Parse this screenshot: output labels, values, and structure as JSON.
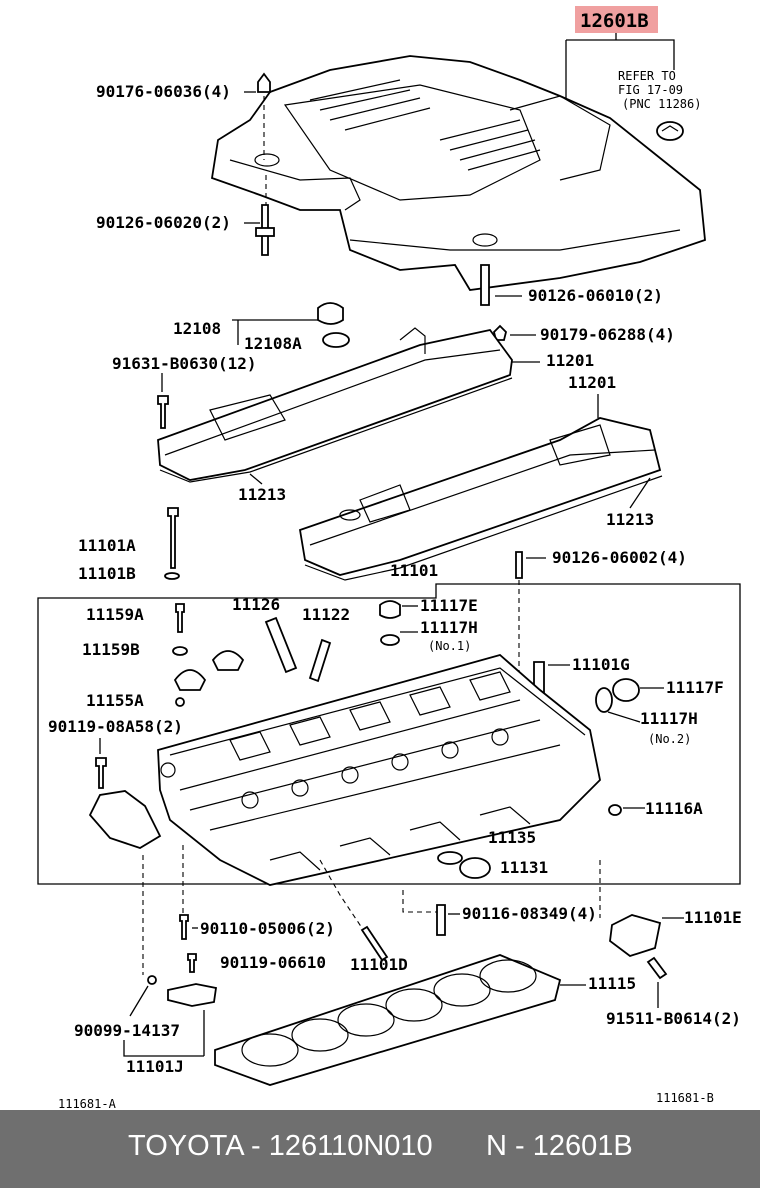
{
  "highlight": {
    "part": "12601B",
    "color": "#f0a0a0"
  },
  "refer": {
    "line1": "REFER TO",
    "line2": "FIG 17-09",
    "line3": "(PNC 11286)"
  },
  "labels": {
    "p90176": "90176-06036(4)",
    "p90126a": "90126-06020(2)",
    "p90126b": "90126-06010(2)",
    "p12108": "12108",
    "p12108a": "12108A",
    "p90179": "90179-06288(4)",
    "p91631": "91631-B0630(12)",
    "p11201a": "11201",
    "p11201b": "11201",
    "p11213a": "11213",
    "p11213b": "11213",
    "p11101a": "11101A",
    "p11101b": "11101B",
    "p90126c": "90126-06002(4)",
    "p11101": "11101",
    "p11159a": "11159A",
    "p11126": "11126",
    "p11122": "11122",
    "p11117e": "11117E",
    "p11117h1": "11117H",
    "no1": "(No.1)",
    "p11159b": "11159B",
    "p11101g": "11101G",
    "p11117f": "11117F",
    "p11155a": "11155A",
    "p90119a": "90119-08A58(2)",
    "p11117h2": "11117H",
    "no2": "(No.2)",
    "p11116a": "11116A",
    "p11135": "11135",
    "p11131": "11131",
    "p90110": "90110-05006(2)",
    "p90116": "90116-08349(4)",
    "p11101e": "11101E",
    "p90119b": "90119-06610",
    "p11101d": "11101D",
    "p11115": "11115",
    "p90099": "90099-14137",
    "p91511": "91511-B0614(2)",
    "p11101j": "11101J",
    "fig_left": "111681-A",
    "fig_right": "111681-B"
  },
  "footer": {
    "left": "TOYOTA - 126110N010",
    "right": "N - 12601B"
  }
}
